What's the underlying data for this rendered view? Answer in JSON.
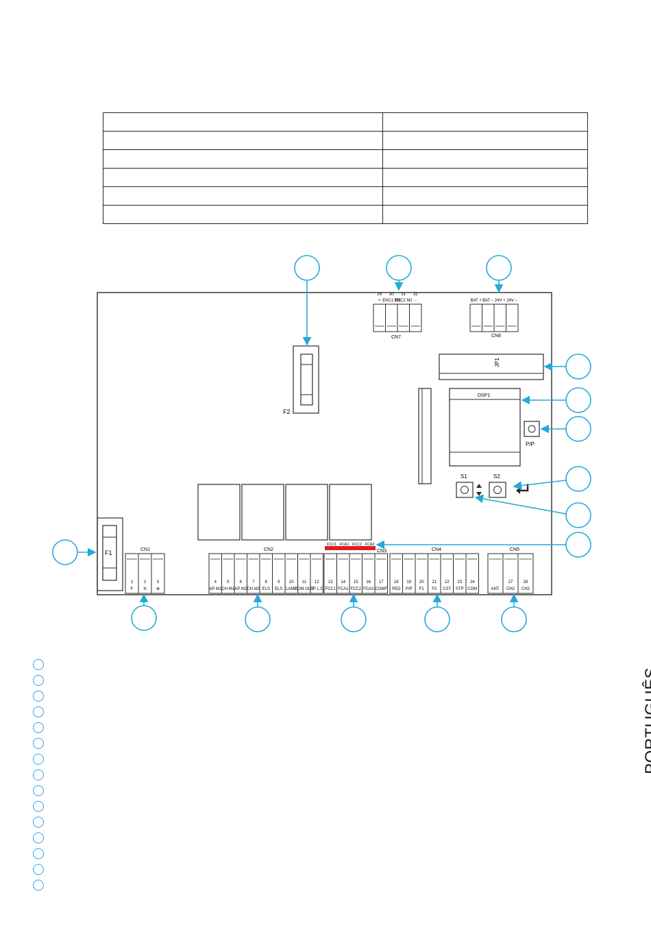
{
  "table": {
    "rows": [
      [
        "",
        ""
      ],
      [
        "",
        ""
      ],
      [
        "",
        ""
      ],
      [
        "",
        ""
      ],
      [
        "",
        ""
      ],
      [
        "",
        ""
      ]
    ]
  },
  "side_label": "PORTUGUÊS",
  "colors": {
    "callout": "#25a9d8",
    "line": "#2a2a2a",
    "limit_switch": "#d92020"
  },
  "board": {
    "fuse_f1": "F1",
    "fuse_f2": "F2",
    "jp1": "JP1",
    "dsp1": "DSP1",
    "pp_button": "P/P",
    "s1": "S1",
    "s2": "S2",
    "cn1": {
      "name": "CN1",
      "pins": [
        {
          "num": "1",
          "label": "F"
        },
        {
          "num": "2",
          "label": "N"
        },
        {
          "num": "3",
          "label": "⊕"
        }
      ]
    },
    "cn2": {
      "name": "CN2",
      "pins": [
        {
          "num": "4",
          "label": "AP M1"
        },
        {
          "num": "5",
          "label": "CH M1"
        },
        {
          "num": "6",
          "label": "AP M2"
        },
        {
          "num": "7",
          "label": "CH M2"
        },
        {
          "num": "8",
          "label": "ELS"
        },
        {
          "num": "9",
          "label": "ELS"
        },
        {
          "num": "10",
          "label": "LAMP"
        },
        {
          "num": "11",
          "label": "COM OUT"
        },
        {
          "num": "12",
          "label": "SP L.C"
        }
      ]
    },
    "cn3": {
      "name": "CN3",
      "top_labels": [
        "FCC1",
        "FCA1",
        "FCC2",
        "FCA2"
      ],
      "pins": [
        {
          "num": "13",
          "label": "FCC1"
        },
        {
          "num": "14",
          "label": "FCA1"
        },
        {
          "num": "15",
          "label": "FCC2"
        },
        {
          "num": "16",
          "label": "FCA2"
        },
        {
          "num": "17",
          "label": "COMF"
        }
      ]
    },
    "cn4": {
      "name": "CN4",
      "pins": [
        {
          "num": "18",
          "label": "PED"
        },
        {
          "num": "19",
          "label": "P/P"
        },
        {
          "num": "20",
          "label": "F1"
        },
        {
          "num": "21",
          "label": "F2"
        },
        {
          "num": "22",
          "label": "CST"
        },
        {
          "num": "23",
          "label": "STP"
        },
        {
          "num": "24",
          "label": "COM"
        }
      ]
    },
    "cn5_ant": {
      "name": "CN5",
      "pins": [
        {
          "num": "",
          "label": "ANT."
        },
        {
          "num": "27",
          "label": "CH2"
        },
        {
          "num": "28",
          "label": "CH2"
        }
      ]
    },
    "cn6": {
      "name": "CN6",
      "pins": [
        {
          "num": "",
          "label": "BAT +"
        },
        {
          "num": "",
          "label": "BAT −"
        },
        {
          "num": "",
          "label": "24V +"
        },
        {
          "num": "",
          "label": "24V −"
        }
      ]
    },
    "cn7": {
      "name": "CN7",
      "pins": [
        {
          "num": "29",
          "label": "+"
        },
        {
          "num": "30",
          "label": "ENC1 M1"
        },
        {
          "num": "31",
          "label": "ENC2 M2"
        },
        {
          "num": "32",
          "label": "−"
        }
      ]
    }
  },
  "legend_items": [
    {
      "text": ""
    },
    {
      "text": ""
    },
    {
      "text": ""
    },
    {
      "text": ""
    },
    {
      "text": ""
    },
    {
      "text": ""
    },
    {
      "text": ""
    },
    {
      "text": ""
    },
    {
      "text": ""
    },
    {
      "text": ""
    },
    {
      "text": ""
    },
    {
      "text": ""
    },
    {
      "text": ""
    },
    {
      "text": ""
    },
    {
      "text": ""
    }
  ]
}
